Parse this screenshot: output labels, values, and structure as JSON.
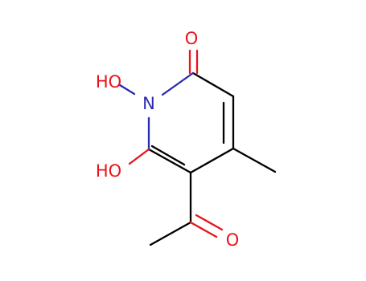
{
  "molecule": {
    "atoms": {
      "O1": {
        "text": "O",
        "color": "#e8141b"
      },
      "N1": {
        "text": "N",
        "color": "#2a2ab0"
      },
      "OH1": {
        "text": "HO",
        "color": "#e8141b"
      },
      "OH2": {
        "text": "HO",
        "color": "#e8141b"
      },
      "O2": {
        "text": "O",
        "color": "#e8141b"
      }
    },
    "colors": {
      "carbon_bond": "#000000",
      "oxygen_bond": "#e8141b",
      "nitrogen_bond": "#2a2ab0"
    }
  }
}
